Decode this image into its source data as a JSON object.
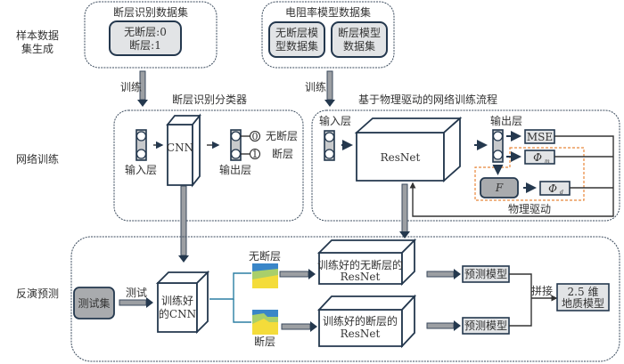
{
  "row_labels": {
    "sample_generation_l1": "样本数据",
    "sample_generation_l2": "集生成",
    "network_training": "网络训练",
    "inversion_prediction": "反演预测"
  },
  "fault_dataset": {
    "title": "断层识别数据集",
    "line1": "无断层:0",
    "line2": "断层:1"
  },
  "resistivity_dataset": {
    "title": "电阻率模型数据集",
    "no_fault_l1": "无断层模",
    "no_fault_l2": "型数据集",
    "fault_l1": "断层模型",
    "fault_l2": "数据集"
  },
  "train_label_left": "训练",
  "train_label_right": "训练",
  "classifier": {
    "title": "断层识别分类器",
    "input_label": "输入层",
    "cnn_label": "CNN",
    "output_label": "输出层",
    "class0_symbol": "0",
    "class0_label": "无断层",
    "class1_symbol": "1",
    "class1_label": "断层"
  },
  "physics": {
    "title": "基于物理驱动的网络训练流程",
    "input_label": "输入层",
    "resnet_label": "ResNet",
    "output_label": "输出层",
    "mse_label": "MSE",
    "phi_m_label": "Φ",
    "phi_m_sub": "m",
    "forward_label": "F",
    "phi_d_label": "Φ",
    "phi_d_sub": "d",
    "physics_driven_label": "物理驱动"
  },
  "prediction": {
    "test_set": "测试集",
    "test_label": "测试",
    "trained_cnn_l1": "训练好",
    "trained_cnn_l2": "的CNN",
    "no_fault_label": "无断层",
    "fault_label": "断层",
    "resnet_no_fault_l1": "训练好的无断层的",
    "resnet_no_fault_l2": "ResNet",
    "resnet_fault_l1": "训练好的断层的",
    "resnet_fault_l2": "ResNet",
    "pred_model_1": "预测模型",
    "pred_model_2": "预测模型",
    "stitch_label": "拼接",
    "final_l1": "2.5 维",
    "final_l2": "地质模型"
  },
  "colors": {
    "dark_navy": "#24384e",
    "gray_fill": "#e2e4e6",
    "dark_gray_fill": "#a9abae",
    "orange_dash": "#e8873a",
    "teal_line": "#2b7fa3",
    "layer_blue": "#3a86c8",
    "layer_green": "#a9cf6a",
    "layer_yellow": "#f4dc3a"
  }
}
